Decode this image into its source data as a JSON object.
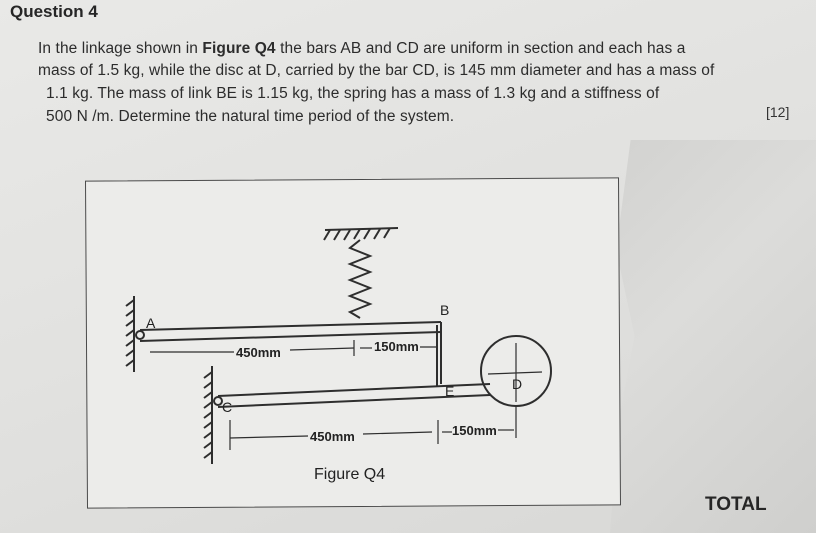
{
  "question": {
    "heading": "Question 4",
    "line1_pre": "In the linkage shown in ",
    "line1_bold": "Figure Q4",
    "line1_post": " the bars AB and CD are uniform in section and each has a",
    "line2": "mass of 1.5 kg, while the disc at D, carried by the bar CD, is 145 mm diameter and has a mass of",
    "line3": "1.1 kg.   The mass of link BE is 1.15 kg, the spring has a mass of 1.3 kg and a stiffness of",
    "line4": "500 N /m.  Determine the natural time period of the system.",
    "marks": "[12]"
  },
  "figure": {
    "caption": "Figure Q4",
    "labels": {
      "A": "A",
      "B": "B",
      "C": "C",
      "D": "D",
      "E": "E"
    },
    "dimensions": {
      "ab_left": "450mm",
      "ab_right": "150mm",
      "cd_left": "450mm",
      "cd_right": "150mm"
    }
  },
  "footer": {
    "total": "TOTAL"
  }
}
